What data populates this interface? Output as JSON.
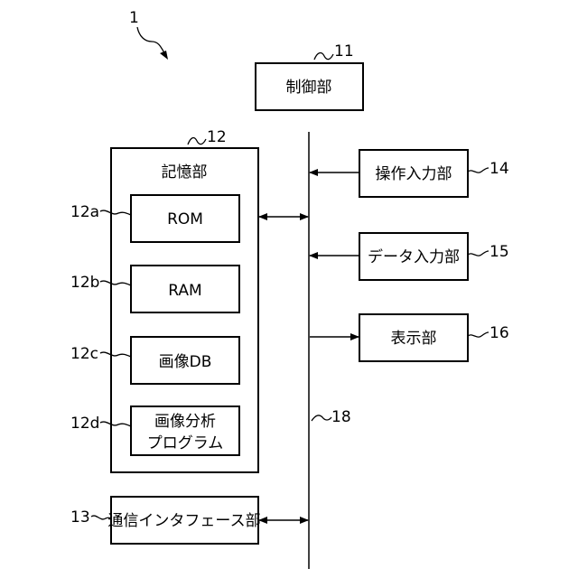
{
  "figure": {
    "ref": "1"
  },
  "control": {
    "label": "制御部",
    "ref": "11"
  },
  "storage": {
    "label": "記憶部",
    "ref": "12",
    "items": [
      {
        "ref": "12a",
        "label": "ROM"
      },
      {
        "ref": "12b",
        "label": "RAM"
      },
      {
        "ref": "12c",
        "label": "画像DB"
      },
      {
        "ref": "12d",
        "label_lines": [
          "画像分析",
          "プログラム"
        ]
      }
    ]
  },
  "comm": {
    "label": "通信インタフェース部",
    "ref": "13"
  },
  "operation_input": {
    "label": "操作入力部",
    "ref": "14"
  },
  "data_input": {
    "label": "データ入力部",
    "ref": "15"
  },
  "display": {
    "label": "表示部",
    "ref": "16"
  },
  "bus": {
    "ref": "18"
  }
}
